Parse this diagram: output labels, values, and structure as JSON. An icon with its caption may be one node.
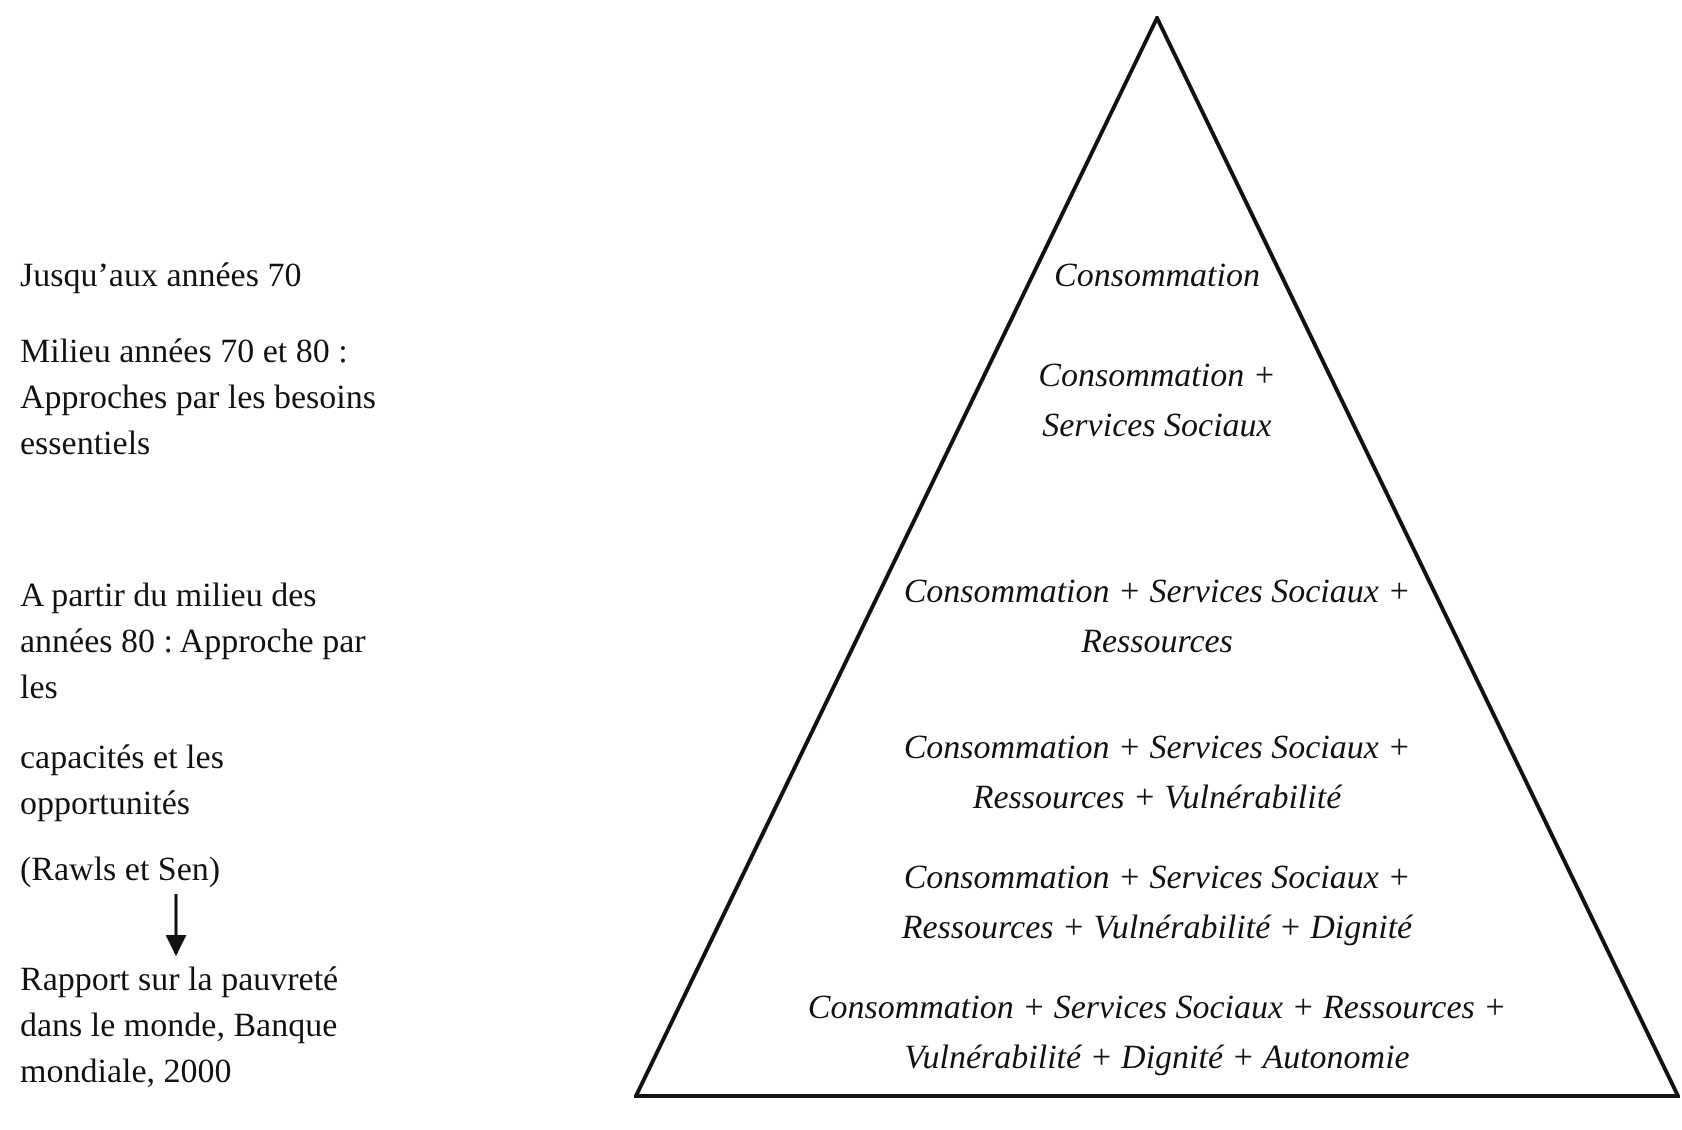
{
  "diagram": {
    "nodes": [
      {
        "text": [
          "Consommation",
          "Consommation + Services Sociaux",
          "Consommation + Services Sociaux + Ressources",
          "Consommation + Services Sociaux + Ressources + Vulnérabilité",
          "Consommation + Services Sociaux + Ressources + Vulnérabilité + Dignité",
          "Consommation + Services Sociaux + Ressources + Vulnérabilité + Dignité + Autonomie"
        ]
      },
      {
        "text": [
          "(Rawls et Sen)"
        ]
      },
      {
        "text": [
          "Rapport sur la pauvreté dans le monde, Banque mondiale, 2000"
        ]
      }
    ],
    "edges": [
      {
        "from": 1,
        "to": 2,
        "arrow": "to"
      }
    ],
    "labels": [
      "Jusqu’aux années 70",
      "Milieu années 70 et 80 : Approches par les besoins essentiels",
      "A partir du milieu des années 80 : Approche par les",
      "capacités et les opportunités"
    ]
  }
}
